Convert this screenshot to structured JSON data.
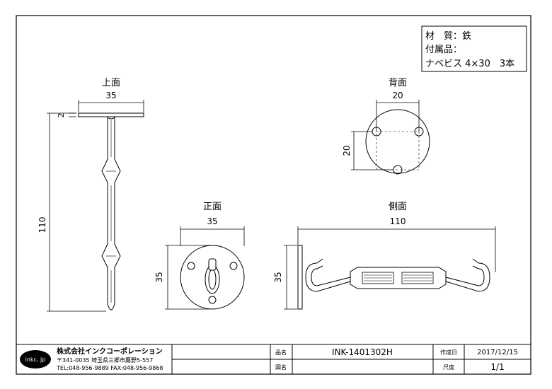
{
  "notes": {
    "material": "材　質：鉄",
    "accessory_label": "付属品：",
    "accessory_item": "ナベビス 4×30　3本"
  },
  "views": {
    "top": {
      "title": "上面",
      "dim_width": "35",
      "dim_thickness": "2",
      "dim_length": "110"
    },
    "back": {
      "title": "背面",
      "dim_width": "20",
      "dim_height": "20"
    },
    "front": {
      "title": "正面",
      "dim_width": "35",
      "dim_height": "35"
    },
    "side": {
      "title": "側面",
      "dim_width": "110",
      "dim_height": "35"
    }
  },
  "title_block": {
    "logo": "inkc. jp",
    "company": "株式会社インクコーポレーション",
    "address": "〒341-0035 埼玉県三郷市鷹野5-557",
    "phone_fax": "TEL:048-956-9889 FAX:048-956-9868",
    "label_name": "品名",
    "product_code": "INK-1401302H",
    "label_drawing": "図名",
    "label_date": "作成日",
    "date": "2017/12/15",
    "label_scale": "尺度",
    "scale": "1/1"
  }
}
